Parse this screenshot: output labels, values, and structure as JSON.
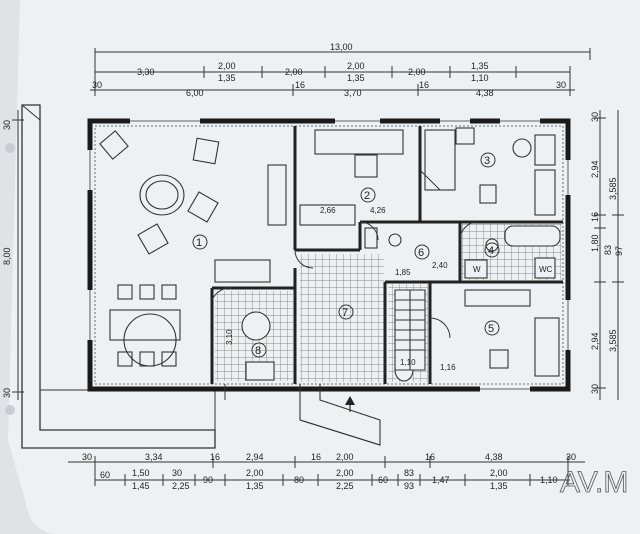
{
  "colors": {
    "paper": "#eef1f3",
    "ink": "#1a1a1a",
    "tile": "#666666"
  },
  "top_dims": {
    "row1": "13,00",
    "row2": [
      "3,30",
      "2,00",
      "2,00",
      "2,00",
      "2,00",
      "1,10"
    ],
    "row2_sub": [
      "1,35",
      "1,35",
      "1,35"
    ],
    "row3": [
      "30",
      "6,00",
      "16",
      "3,70",
      "16",
      "4,38",
      "30"
    ]
  },
  "left_dims": [
    "30",
    "8,00",
    "30"
  ],
  "right_dims": [
    "30",
    "2,94",
    "3,585",
    "16",
    "1,80",
    "83",
    "97",
    "2,94",
    "3,585",
    "30"
  ],
  "bottom_dims": {
    "row1": [
      "30",
      "3,34",
      "16",
      "2,94",
      "16",
      "2,00",
      "16",
      "4,38",
      "30"
    ],
    "row2": [
      "60",
      "1,50",
      "30",
      "90",
      "2,00",
      "80",
      "2,00",
      "60",
      "83",
      "1,47",
      "2,00",
      "1,10"
    ],
    "row2_sub": [
      "1,45",
      "2,25",
      "1,35",
      "2,25",
      "93",
      "1,35"
    ]
  },
  "rooms": [
    {
      "num": "1"
    },
    {
      "num": "2"
    },
    {
      "num": "3"
    },
    {
      "num": "4"
    },
    {
      "num": "5"
    },
    {
      "num": "6"
    },
    {
      "num": "7"
    },
    {
      "num": "8"
    }
  ],
  "inner_dims": [
    "2,66",
    "4,26",
    "3,10",
    "1,85",
    "2,40",
    "1,10",
    "1,16"
  ],
  "inner_labels": [
    "W",
    "WC"
  ],
  "watermark": "AV.M"
}
